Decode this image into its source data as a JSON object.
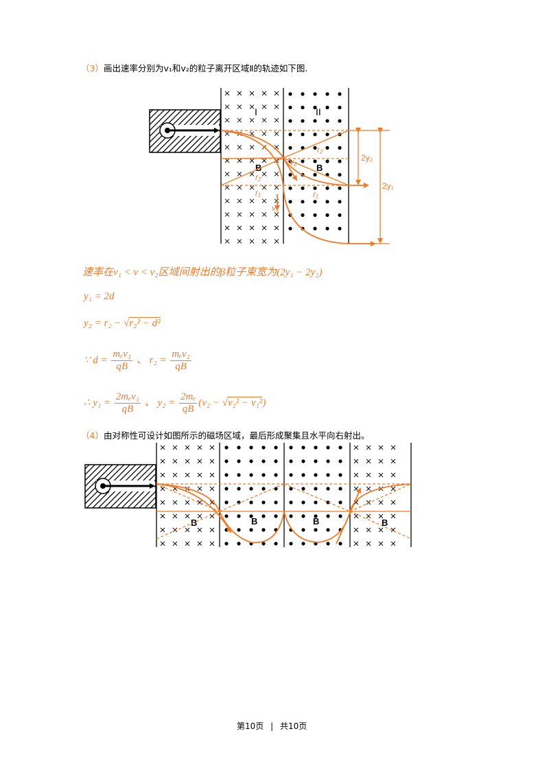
{
  "part3": {
    "label": "（3）",
    "text": "画出速率分别为v₁和v₂的粒子离开区域Ⅱ的轨迹如下图."
  },
  "diagram1": {
    "region_labels": [
      "I",
      "II"
    ],
    "field_label": "B",
    "labels": {
      "r2_top": "r₂",
      "r2_mid": "r₂",
      "r1": "r₁",
      "r1b": "r₁",
      "v1": "v₁",
      "v2": "v₂",
      "dim_2y2": "2y₂",
      "dim_2y1": "2y₁"
    }
  },
  "beam_width": {
    "text": "速率在v₁ < v < v₂区域间射出的β粒子束宽为(2y₁ − 2y₂)"
  },
  "equations": {
    "eq1": "y₁ = 2d",
    "eq2_lhs": "y₂ = r₂ − ",
    "eq2_sqrt": "r₂² − d²",
    "eq3_prefix": "∵ d =",
    "eq3_f1_num": "mₑv₁",
    "eq3_f1_den": "qB",
    "eq3_sep": "、 r₂ =",
    "eq3_f2_num": "mₑv₂",
    "eq3_f2_den": "qB",
    "eq4_prefix": "∴ y₁ =",
    "eq4_f1_num": "2mₑv₁",
    "eq4_f1_den": "qB",
    "eq4_sep": "、 y₂ =",
    "eq4_f2_num": "2mₑ",
    "eq4_f2_den": "qB",
    "eq4_tail_open": "(v₂ − ",
    "eq4_sqrt": "v₂² − v₁²",
    "eq4_tail_close": ")"
  },
  "part4": {
    "label": "（4）",
    "text": "由对称性可设计如图所示的磁场区域，最后形成聚集且水平向右射出。"
  },
  "diagram2": {
    "field_label": "B"
  },
  "footer": {
    "page": "第10页",
    "separator": "|",
    "total": "共10页"
  },
  "colors": {
    "accent": "#f07b2a",
    "ink": "#000000"
  }
}
